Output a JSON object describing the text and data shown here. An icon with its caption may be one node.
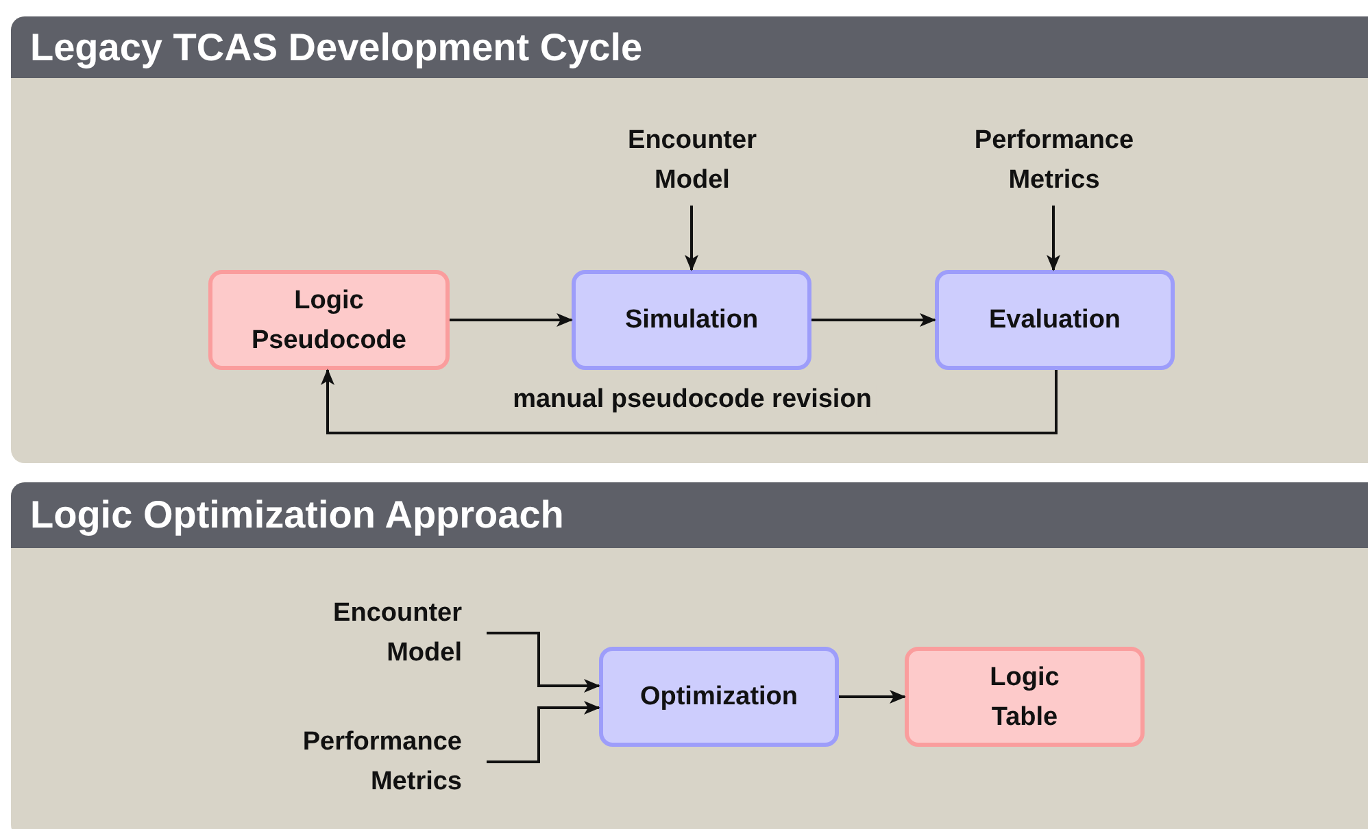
{
  "diagram": {
    "nodes": [
      {
        "text": [
          "Legacy TCAS Development Cycle"
        ]
      },
      {
        "text": [
          "Encounter Model"
        ],
        "in": 0
      },
      {
        "text": [
          "Performance Metrics"
        ],
        "in": 0
      },
      {
        "text": [
          "Logic Pseudocode"
        ],
        "in": 0
      },
      {
        "text": [
          "Simulation"
        ],
        "in": 0
      },
      {
        "text": [
          "Evaluation"
        ],
        "in": 0
      },
      {
        "text": [
          "Logic Optimization Approach"
        ]
      },
      {
        "text": [
          "Encounter Model"
        ],
        "in": 6
      },
      {
        "text": [
          "Performance Metrics"
        ],
        "in": 6
      },
      {
        "text": [
          "Optimization"
        ],
        "in": 6
      },
      {
        "text": [
          "Logic Table"
        ],
        "in": 6
      }
    ],
    "edges": [
      {
        "from": 1,
        "to": 4,
        "arrow": "to"
      },
      {
        "from": 2,
        "to": 5,
        "arrow": "to"
      },
      {
        "from": 3,
        "to": 4,
        "arrow": "to"
      },
      {
        "from": 4,
        "to": 5,
        "arrow": "to"
      },
      {
        "from": 5,
        "to": 3,
        "arrow": "to",
        "label": "manual pseudocode revision"
      },
      {
        "from": 7,
        "to": 9,
        "arrow": "to"
      },
      {
        "from": 8,
        "to": 9,
        "arrow": "to"
      },
      {
        "from": 9,
        "to": 10,
        "arrow": "to"
      }
    ]
  }
}
